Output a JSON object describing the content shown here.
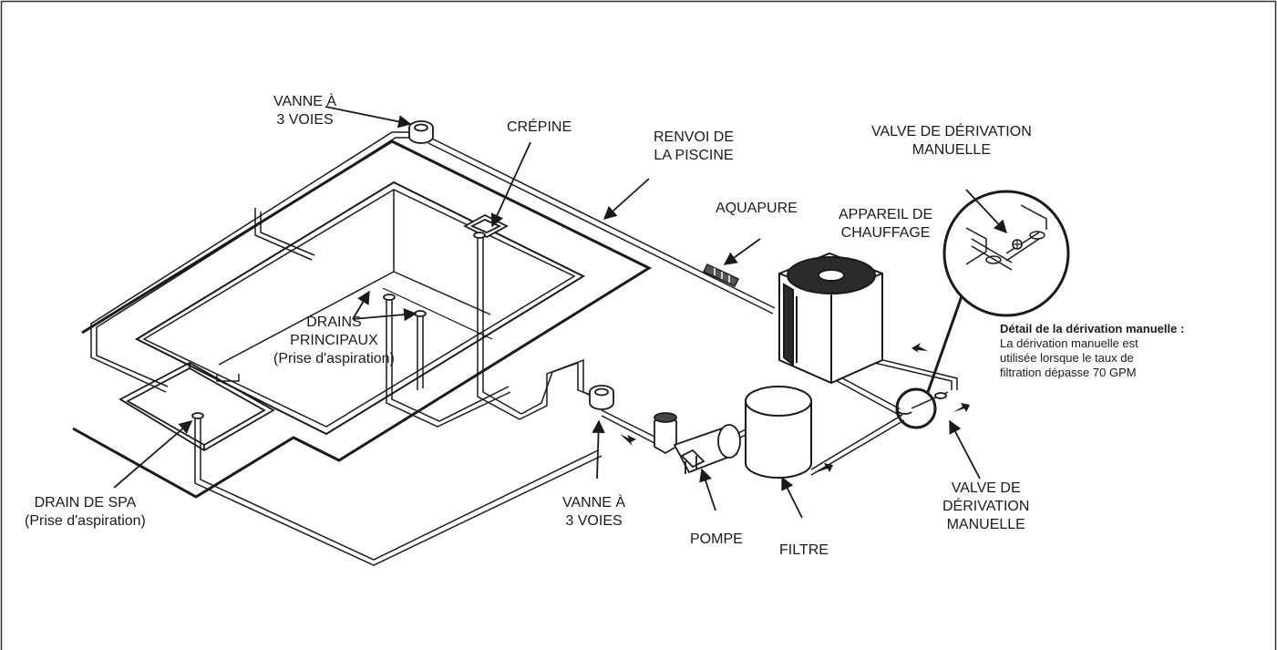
{
  "diagram": {
    "labels": {
      "three_way_valve_top": [
        "VANNE À",
        "3 VOIES"
      ],
      "skimmer": "CRÉPINE",
      "pool_return": [
        "RENVOI DE",
        "LA PISCINE"
      ],
      "manual_bypass_valve_top": [
        "VALVE DE DÉRIVATION",
        "MANUELLE"
      ],
      "aquapure": "AQUAPURE",
      "heater": [
        "APPAREIL DE",
        "CHAUFFAGE"
      ],
      "main_drains": [
        "DRAINS",
        "PRINCIPAUX",
        "(Prise d'aspiration)"
      ],
      "spa_drain": [
        "DRAIN DE SPA",
        "(Prise d'aspiration)"
      ],
      "three_way_valve_bottom": [
        "VANNE À",
        "3 VOIES"
      ],
      "pump": "POMPE",
      "filter": "FILTRE",
      "manual_bypass_valve_bottom": [
        "VALVE DE",
        "DÉRIVATION",
        "MANUELLE"
      ]
    },
    "detail_note": {
      "title": "Détail de la dérivation manuelle :",
      "lines": [
        "La dérivation manuelle est",
        "utilisée lorsque le taux de",
        "filtration dépasse 70 GPM"
      ]
    },
    "colors": {
      "line": "#1a1a1a",
      "background": "#ffffff",
      "frame": "#333333"
    }
  }
}
